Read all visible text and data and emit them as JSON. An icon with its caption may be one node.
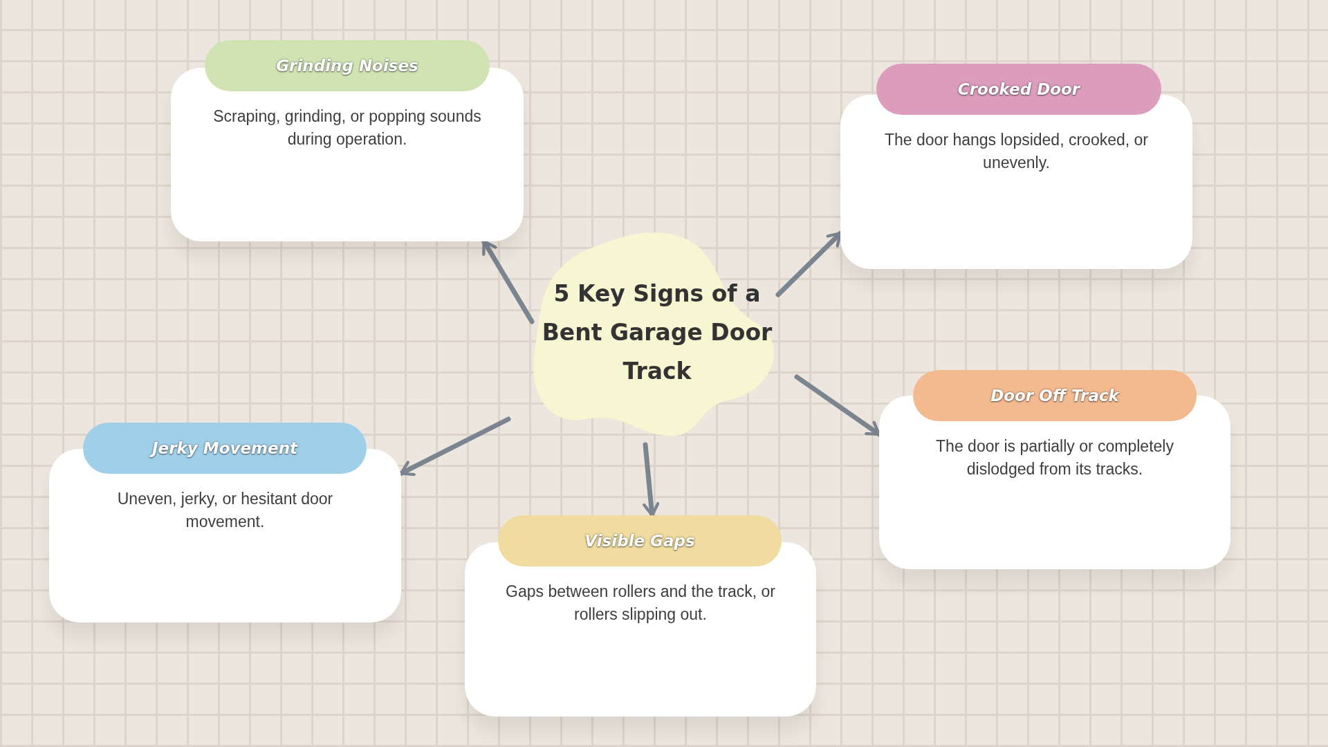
{
  "diagram": {
    "nodes": [
      {
        "text": [
          "5 Key Signs of a Bent Garage Door Track"
        ]
      },
      {
        "text": [
          "Grinding Noises",
          "Scraping, grinding, or popping sounds during operation."
        ]
      },
      {
        "text": [
          "Crooked Door",
          "The door hangs lopsided, crooked, or unevenly."
        ]
      },
      {
        "text": [
          "Door Off Track",
          "The door is partially or completely dislodged from its tracks."
        ]
      },
      {
        "text": [
          "Visible Gaps",
          "Gaps between rollers and the track, or rollers slipping out."
        ]
      },
      {
        "text": [
          "Jerky Movement",
          "Uneven, jerky, or hesitant door movement."
        ]
      }
    ],
    "edges": [
      {
        "from": 0,
        "to": 1,
        "arrow": "to"
      },
      {
        "from": 0,
        "to": 2,
        "arrow": "to"
      },
      {
        "from": 0,
        "to": 3,
        "arrow": "to"
      },
      {
        "from": 0,
        "to": 4,
        "arrow": "to"
      },
      {
        "from": 0,
        "to": 5,
        "arrow": "to"
      }
    ]
  }
}
